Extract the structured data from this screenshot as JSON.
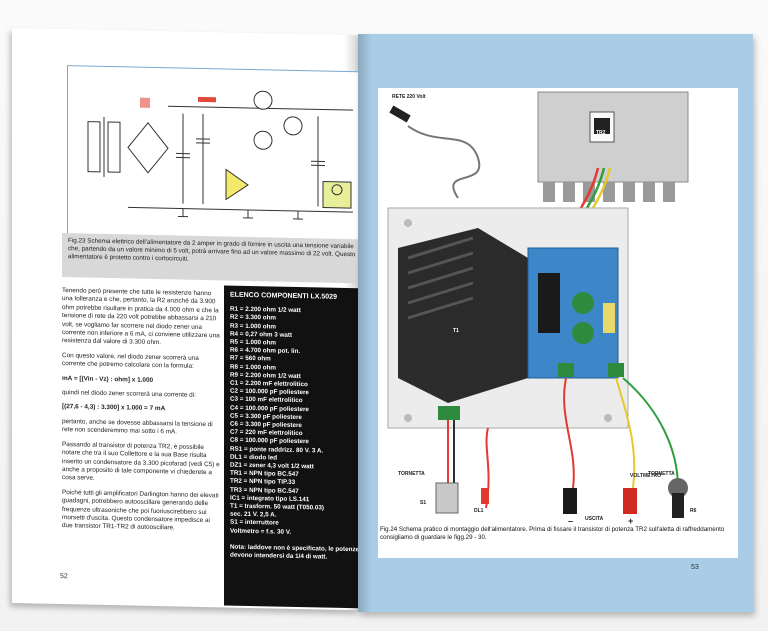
{
  "left_page": {
    "fig23_caption": "Fig.23 Schema elettrico dell'alimentatore da 2 amper in grado di fornire in uscita una tensione variabile che, partendo da un valore minimo di 5 volt, potrà arrivare fino ad un valore massimo di 22 volt. Questo alimentatore è protetto contro i cortocircuiti.",
    "paragraphs": [
      "Tenendo però presente che tutte le resistenze hanno una tolleranza e che, pertanto, la R2 anziché da 3.900 ohm potrebbe risultare in pratica da 4.000 ohm e che la tensione di rete da 220 volt potrebbe abbassarsi a 210 volt, se vogliamo far scorrere nel diodo zener una corrente non inferiore a 6 mA, ci conviene utilizzare una resistenza dal valore di 3.300 ohm.",
      "Con questo valore, nel diodo zener scorrerà una corrente che potremo calcolare con la formula:"
    ],
    "formula1": "mA = [(Vin - Vz) : ohm] x 1.000",
    "para_mid": "quindi nel diodo zener scorrerà una corrente di:",
    "formula2": "[(27,6 - 4,3) : 3.300] x 1.000 = 7 mA",
    "paragraphs2": [
      "pertanto, anche se dovesse abbassarsi la tensione di rete non scenderemmo mai sotto i 6 mA.",
      "Passando al transistor di potenza TR2, è possibile notare che tra il suo Collettore e la sua Base risulta inserito un condensatore da 3.300 picofarad (vedi C5) e anche a proposito di tale componente vi chiederete a cosa serve.",
      "Poiché tutti gli amplificatori Darlington hanno dei elevati guadagni, potrebbero autooscillare generando delle frequenze ultrasoniche che poi fuoriuscirebbero sui morsetti d'uscita. Questo condensatore impedisce ai due transistor TR1-TR2 di autooscillare."
    ],
    "page_number": "52",
    "elenco": {
      "title": "ELENCO COMPONENTI LX.5029",
      "rows": [
        "R1 = 2.200 ohm 1/2 watt",
        "R2 = 3.300 ohm",
        "R3 = 1.000 ohm",
        "R4 = 0,27 ohm 3 watt",
        "R5 = 1.000 ohm",
        "R6 = 4.700 ohm pot. lin.",
        "R7 = 560 ohm",
        "R8 = 1.000 ohm",
        "R9 = 2.200 ohm 1/2 watt",
        "C1 = 2.200 mF elettrolitico",
        "C2 = 100.000 pF poliestere",
        "C3 = 100 mF elettrolitico",
        "C4 = 100.000 pF poliestere",
        "C5 = 3.300 pF poliestere",
        "C6 = 3.300 pF poliestere",
        "C7 = 220 mF elettrolitico",
        "C8 = 100.000 pF poliestere",
        "RS1 = ponte raddrizz. 80 V. 3 A.",
        "DL1 = diodo led",
        "DZ1 = zener 4,3 volt 1/2 watt",
        "TR1 = NPN tipo BC.547",
        "TR2 = NPN tipo TIP.33",
        "TR3 = NPN tipo BC.547",
        "IC1 = integrato tipo LS.141",
        "T1 = trasform. 50 watt (T050.03)",
        "sec. 21 V. 2,5 A.",
        "S1 = interruttore",
        "Voltmetro = f.s. 30 V."
      ],
      "note": "Nota: laddove non è specificato, le potenze devono intendersi da 1/4 di watt."
    }
  },
  "right_page": {
    "fig24_caption": "Fig.24 Schema pratico di montaggio dell'alimentatore. Prima di fissare il transistor di potenza TR2 sull'aletta di raffreddamento consigliamo di guardare le figg.29 - 30.",
    "page_number": "53",
    "labels": {
      "rete": "RETE 220 Volt",
      "t1": "T1",
      "tr2": "TR2",
      "s1": "S1",
      "dl1": "DL1",
      "uscita": "USCITA",
      "minus": "–",
      "plus": "+",
      "voltmetro": "VOLTMETRO",
      "r6": "R6",
      "tornetta1": "TORNETTA",
      "tornetta2": "TORNETTA"
    }
  },
  "colors": {
    "page_blue": "#a9cde6",
    "elenco_bg": "#111111",
    "caption_gray": "#d8d8d8",
    "pcb_blue": "#3d87c9",
    "terminal_green": "#2e8b3e"
  }
}
